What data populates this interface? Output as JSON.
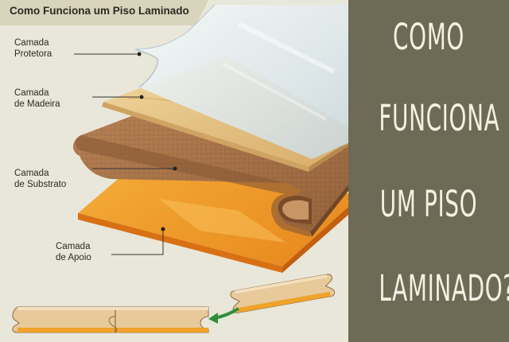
{
  "header": {
    "title": "Como Funciona um Piso Laminado"
  },
  "labels": {
    "protective": [
      "Camada",
      "Protetora"
    ],
    "wood": [
      "Camada",
      "de Madeira"
    ],
    "substrate": [
      "Camada",
      "de Substrato"
    ],
    "backing": [
      "Camada",
      "de Apoio"
    ]
  },
  "side_title": {
    "lines": [
      "COMO",
      "FUNCIONA",
      "UM PISO",
      "LAMINADO?"
    ]
  },
  "colors": {
    "panel_bg": "#e9e7d9",
    "side_bg": "#6e6a55",
    "side_text": "#f4f1e4",
    "protective": "#dfe7ea",
    "wood": "#e7c98a",
    "substrate": "#a7734a",
    "backing": "#f0a22a",
    "arrow": "#2f8f3a"
  }
}
